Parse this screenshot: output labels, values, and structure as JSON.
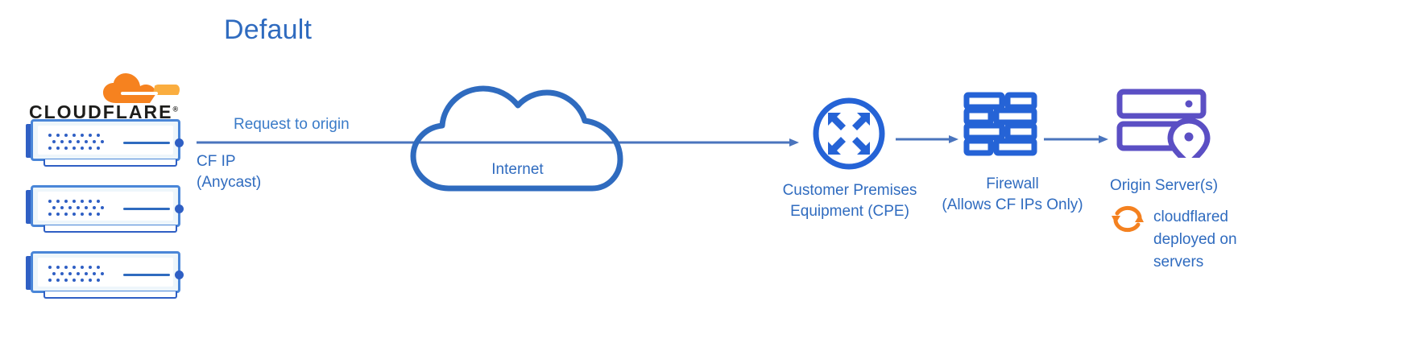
{
  "title": "Default",
  "brand": {
    "wordmark": "CLOUDFLARE",
    "trademark": "®",
    "cloud_color": "#f48120",
    "wordmark_color": "#1d1d1b"
  },
  "colors": {
    "primary_blue": "#2f6bbf",
    "icon_blue": "#2563d6",
    "arrow_blue": "#4a74bd",
    "server_blue": "#4a86d8",
    "origin_purple": "#5b4fc4",
    "orange": "#f48120"
  },
  "labels": {
    "request_to_origin": "Request to origin",
    "cf_ip_line1": "CF IP",
    "cf_ip_line2": "(Anycast)",
    "internet": "Internet",
    "cpe_line1": "Customer Premises",
    "cpe_line2": "Equipment (CPE)",
    "firewall_line1": "Firewall",
    "firewall_line2": "(Allows CF IPs Only)",
    "origin": "Origin Server(s)",
    "cloudflared_line1": "cloudflared",
    "cloudflared_line2": "deployed on",
    "cloudflared_line3": "servers"
  },
  "nodes": [
    {
      "id": "cloudflare-edge",
      "name": "Cloudflare servers",
      "count": 3
    },
    {
      "id": "internet",
      "name": "Internet"
    },
    {
      "id": "cpe",
      "name": "Customer Premises Equipment (CPE)"
    },
    {
      "id": "firewall",
      "name": "Firewall (Allows CF IPs Only)"
    },
    {
      "id": "origin",
      "name": "Origin Server(s)"
    }
  ],
  "flow": [
    {
      "from": "cloudflare-edge",
      "to": "internet",
      "label": "Request to origin"
    },
    {
      "from": "internet",
      "to": "cpe",
      "label": ""
    },
    {
      "from": "cpe",
      "to": "firewall",
      "label": ""
    },
    {
      "from": "firewall",
      "to": "origin",
      "label": ""
    }
  ]
}
